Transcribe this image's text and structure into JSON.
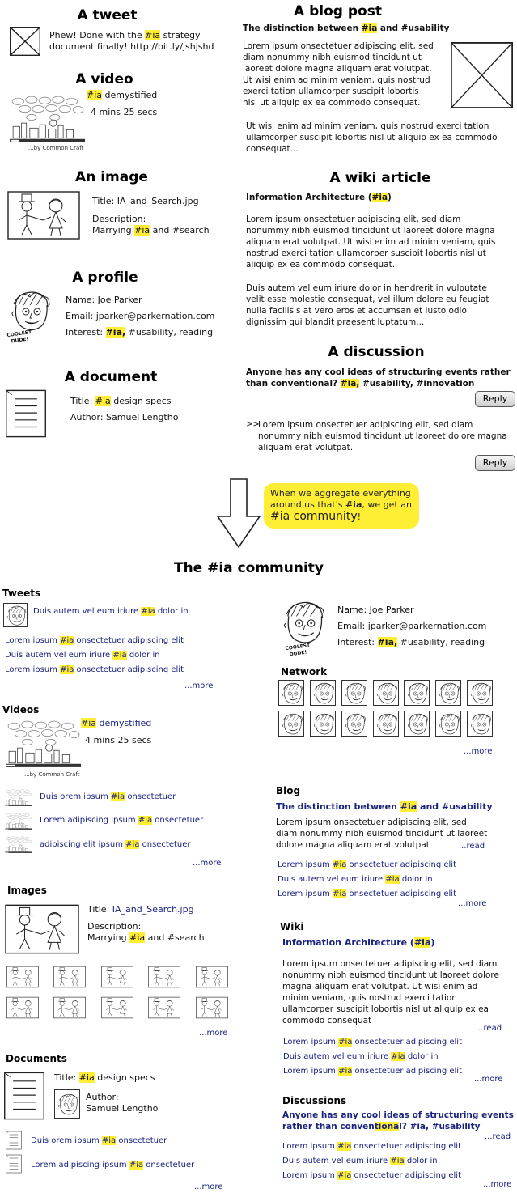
{
  "top": {
    "tweet": {
      "heading": "A tweet",
      "line1_pre": "Phew! Done with the ",
      "line1_tag": "#ia",
      "line1_post": " strategy",
      "line2": "document finally! http://bit.ly/jshjshd"
    },
    "video": {
      "heading": "A video",
      "tag": "#ia",
      "title_post": " demystified",
      "duration": "4 mins 25 secs",
      "credit": "...by Common Craft"
    },
    "image": {
      "heading": "An image",
      "title": "Title: IA_and_Search.jpg",
      "desc_label": "Description:",
      "desc_pre": "Marrying ",
      "desc_tag": "#ia",
      "desc_post": " and #search"
    },
    "profile": {
      "heading": "A profile",
      "name": "Name: Joe Parker",
      "email": "Email: jparker@parkernation.com",
      "interest_pre": "Interest: ",
      "interest_tag": "#ia,",
      "interest_post": "  #usability, reading",
      "caption1": "COOLEST",
      "caption2": "DUDE!"
    },
    "document": {
      "heading": "A document",
      "title_pre": "Title: ",
      "title_tag": "#ia",
      "title_post": " design specs",
      "author": "Author: Samuel Lengtho"
    },
    "blog": {
      "heading": "A blog post",
      "title_pre": "The distinction between ",
      "title_tag": "#ia",
      "title_post": " and #usability",
      "p1": [
        "Lorem ipsum onsectetuer adipiscing elit, sed",
        "diam nonummy nibh euismod tincidunt ut",
        "laoreet dolore magna aliquam erat volutpat.",
        "Ut wisi enim ad minim veniam, quis nostrud",
        "exerci tation ullamcorper suscipit lobortis",
        "nisl ut aliquip ex ea commodo consequat."
      ],
      "p2": [
        "Ut wisi enim ad minim veniam, quis nostrud exerci tation",
        "ullamcorper suscipit lobortis nisl ut aliquip ex ea commodo",
        "consequat..."
      ]
    },
    "wiki": {
      "heading": "A wiki article",
      "title_pre": "Information Architecture (",
      "title_tag": "#ia",
      "title_post": ")",
      "p1": [
        "Lorem ipsum onsectetuer adipiscing elit, sed diam",
        "nonummy nibh euismod tincidunt ut laoreet dolore magna",
        "aliquam erat volutpat. Ut wisi enim ad minim veniam, quis",
        "nostrud exerci tation ullamcorper suscipit lobortis nisl ut",
        "aliquip ex ea commodo consequat."
      ],
      "p2": [
        "Duis autem vel eum iriure dolor in hendrerit in vulputate",
        "velit esse molestie consequat, vel illum dolore eu feugiat",
        "nulla facilisis at vero eros et accumsan et iusto odio",
        "dignissim qui blandit praesent luptatum..."
      ]
    },
    "discussion": {
      "heading": "A discussion",
      "q1": "Anyone has any cool ideas of structuring events rather",
      "q2_pre": "than conventional? ",
      "q2_tag": "#ia,",
      "q2_post": " #usability, #innovation",
      "reply_label": "Reply",
      "answer_mark": ">>",
      "answer": [
        "Lorem ipsum onsectetuer adipiscing elit, sed diam",
        "nonummy nibh euismod tincidunt ut laoreet dolore magna",
        "aliquam erat volutpat."
      ],
      "reply2_label": "Reply"
    }
  },
  "callout": {
    "l1": "When we aggregate everything",
    "l2_pre": "around us that's ",
    "l2_tag": "#ia",
    "l2_post": ", we get an",
    "l3_tag": "#ia community",
    "l3_post": "!"
  },
  "community": {
    "heading": "The #ia community",
    "tweets": {
      "label": "Tweets",
      "first_pre": "Duis autem vel eum iriure ",
      "first_tag": "#ia",
      "first_post": " dolor in",
      "items": [
        {
          "pre": "Lorem ipsum ",
          "tag": "#ia",
          "post": " onsectetuer adipiscing elit"
        },
        {
          "pre": "Duis autem vel eum iriure ",
          "tag": "#ia",
          "post": " dolor in"
        },
        {
          "pre": "Lorem ipsum ",
          "tag": "#ia",
          "post": " onsectetuer adipiscing elit"
        }
      ],
      "more": "...more"
    },
    "videos": {
      "label": "Videos",
      "tag": "#ia",
      "title_post": " demystified",
      "duration": "4 mins 25 secs",
      "credit": "...by Common Craft",
      "items": [
        {
          "pre": "Duis orem ipsum ",
          "tag": "#ia",
          "post": " onsectetuer"
        },
        {
          "pre": "Lorem adipiscing ipsum ",
          "tag": "#ia",
          "post": " onsectetuer"
        },
        {
          "pre": "adipiscing elit ipsum ",
          "tag": "#ia",
          "post": " onsectetuer"
        }
      ],
      "more": "...more"
    },
    "images": {
      "label": "Images",
      "title_pre": "Title: ",
      "title_link": "IA_and_Search.jpg",
      "desc_label": "Description:",
      "desc_pre": "Marrying ",
      "desc_tag": "#ia",
      "desc_post": " and #search",
      "more": "...more"
    },
    "documents": {
      "label": "Documents",
      "title_pre": "Title: ",
      "title_tag": "#ia",
      "title_post": " design specs",
      "author_label": "Author:",
      "author_name": "Samuel Lengtho",
      "items": [
        {
          "pre": "Duis orem ipsum ",
          "tag": "#ia",
          "post": " onsectetuer"
        },
        {
          "pre": "Lorem adipiscing ipsum ",
          "tag": "#ia",
          "post": " onsectetuer"
        }
      ],
      "more": "...more"
    },
    "profile": {
      "name": "Name: Joe Parker",
      "email": "Email: jparker@parkernation.com",
      "interest_pre": "Interest: ",
      "interest_tag": "#ia,",
      "interest_post": "  #usability, reading",
      "caption1": "COOLEST",
      "caption2": "DUDE!"
    },
    "network": {
      "label": "Network",
      "more": "...more"
    },
    "blog": {
      "label": "Blog",
      "title_pre": "The distinction between ",
      "title_tag": "#ia",
      "title_post": " and #usability",
      "body": [
        "Lorem ipsum onsectetuer adipiscing elit, sed",
        "diam nonummy nibh euismod tincidunt ut laoreet",
        "dolore magna aliquam erat volutpat"
      ],
      "read": "...read",
      "items": [
        {
          "pre": "Lorem ipsum ",
          "tag": "#ia",
          "post": " onsectetuer adipiscing elit"
        },
        {
          "pre": "Duis autem vel eum iriure ",
          "tag": "#ia",
          "post": " dolor in"
        },
        {
          "pre": "Lorem ipsum ",
          "tag": "#ia",
          "post": " onsectetuer adipiscing elit"
        }
      ],
      "more": "...more"
    },
    "wiki": {
      "label": "Wiki",
      "title_pre": "Information Architecture (",
      "title_tag": "#ia",
      "title_post": ")",
      "body": [
        "Lorem ipsum onsectetuer adipiscing elit, sed diam",
        "nonummy nibh euismod tincidunt ut laoreet dolore",
        "magna aliquam erat volutpat. Ut wisi enim ad",
        "minim veniam, quis nostrud exerci tation",
        "ullamcorper suscipit lobortis nisl ut aliquip ex ea",
        "commodo consequat"
      ],
      "read": "...read",
      "items": [
        {
          "pre": "Lorem ipsum ",
          "tag": "#ia",
          "post": " onsectetuer adipiscing elit"
        },
        {
          "pre": "Duis autem vel eum iriure ",
          "tag": "#ia",
          "post": " dolor in"
        },
        {
          "pre": "Lorem ipsum ",
          "tag": "#ia",
          "post": " onsectetuer adipiscing elit"
        }
      ],
      "more": "...more"
    },
    "discussions": {
      "label": "Discussions",
      "q1": "Anyone has any cool ideas of structuring events",
      "q2_pre": "rather than conven",
      "q2_hl": "tiona",
      "q2_post": "l? #ia, #usability",
      "read": "...read",
      "items": [
        {
          "pre": "Lorem ipsum ",
          "tag": "#ia",
          "post": " onsectetuer adipiscing elit"
        },
        {
          "pre": "Duis autem vel eum iriure ",
          "tag": "#ia",
          "post": " dolor in"
        },
        {
          "pre": "Lorem ipsum ",
          "tag": "#ia",
          "post": " onsectetuer adipiscing elit"
        }
      ],
      "more": "...more"
    }
  }
}
